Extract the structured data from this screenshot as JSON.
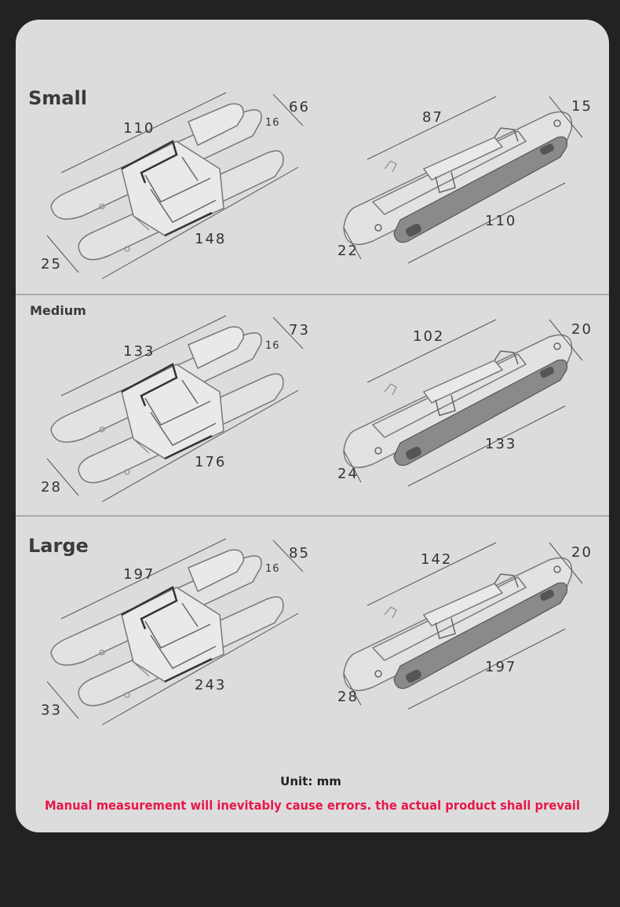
{
  "sections": [
    {
      "title": "Small",
      "left": {
        "top_length": "110",
        "bottom_length": "148",
        "height": "66",
        "thickness": "16",
        "width": "25"
      },
      "right": {
        "top_length": "87",
        "bottom_length": "110",
        "height": "15",
        "width": "22"
      }
    },
    {
      "title": "Medium",
      "left": {
        "top_length": "133",
        "bottom_length": "176",
        "height": "73",
        "thickness": "16",
        "width": "28"
      },
      "right": {
        "top_length": "102",
        "bottom_length": "133",
        "height": "20",
        "width": "24"
      }
    },
    {
      "title": "Large",
      "left": {
        "top_length": "197",
        "bottom_length": "243",
        "height": "85",
        "thickness": "16",
        "width": "33"
      },
      "right": {
        "top_length": "142",
        "bottom_length": "197",
        "height": "20",
        "width": "28"
      }
    }
  ],
  "footer": {
    "unit": "Unit: mm",
    "warning": "Manual measurement will inevitably cause errors. the actual product shall prevail"
  },
  "colors": {
    "page_background": "#222222",
    "card_background": "#dcdcdc",
    "warning": "#e8174a"
  }
}
